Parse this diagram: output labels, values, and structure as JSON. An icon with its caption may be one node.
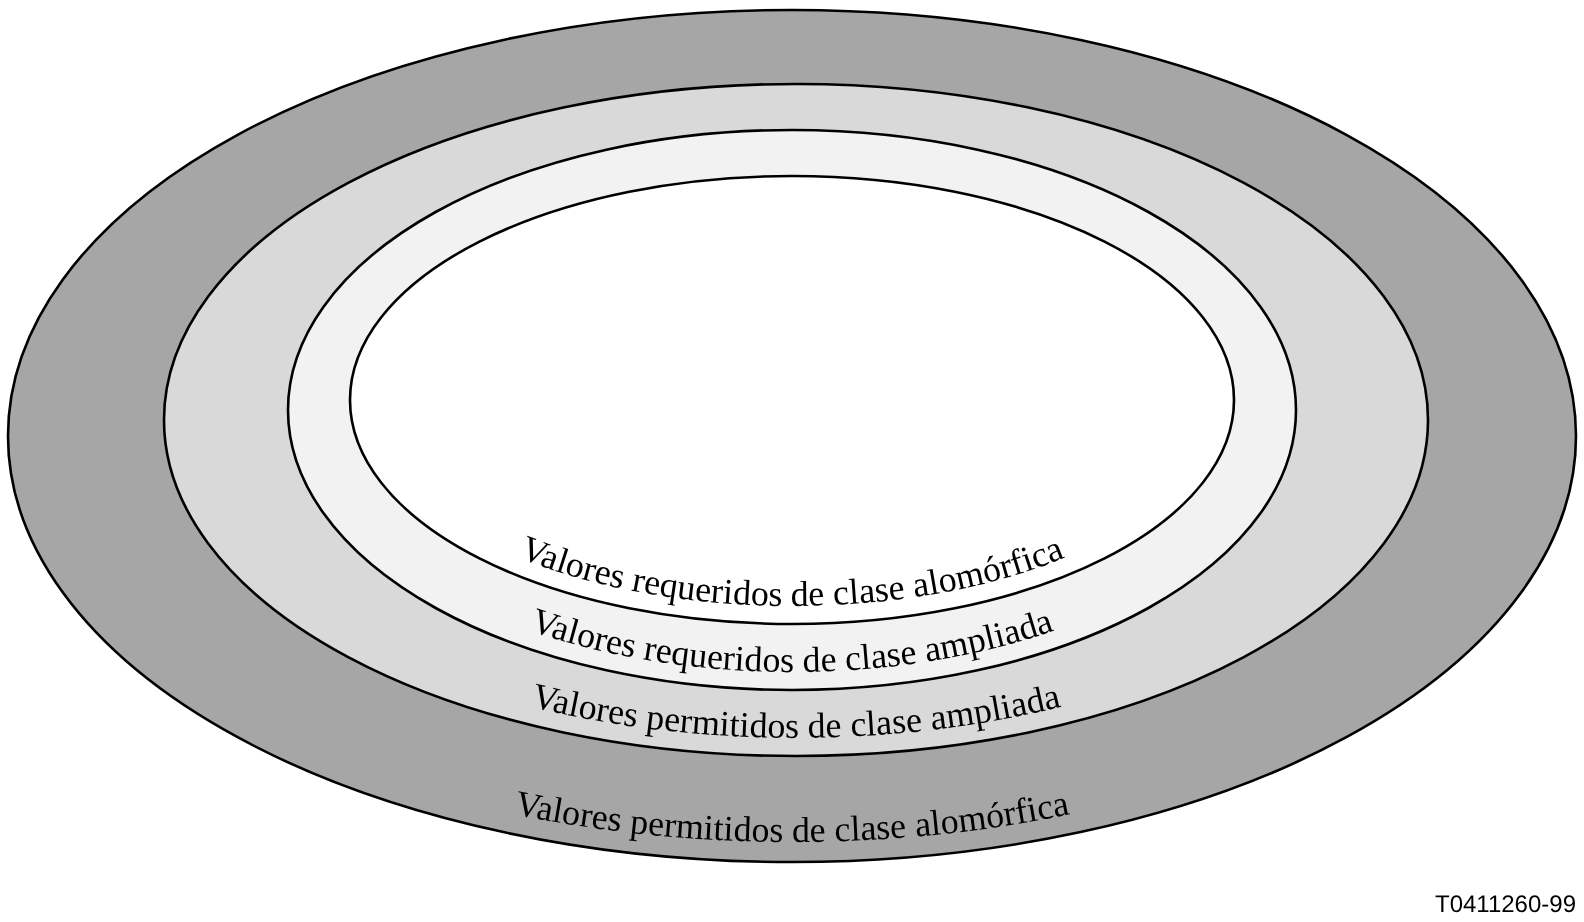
{
  "diagram": {
    "nodes": [
      {
        "text": [
          "Valores permitidos de clase alomórfica"
        ]
      },
      {
        "text": [
          "Valores permitidos de clase ampliada"
        ],
        "in": 0
      },
      {
        "text": [
          "Valores requeridos de clase ampliada"
        ],
        "in": 1
      },
      {
        "text": [
          "Valores requeridos de clase alomórfica"
        ],
        "in": 2
      }
    ],
    "labels": [
      "T0411260-99"
    ]
  }
}
